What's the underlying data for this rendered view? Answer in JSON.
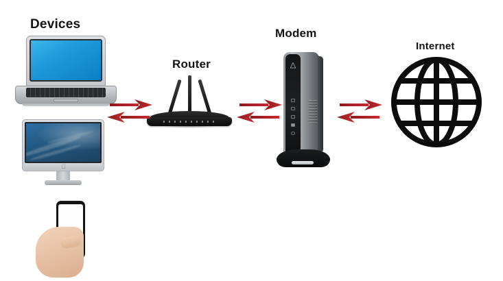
{
  "diagram": {
    "title_text_present": false,
    "background_color": "#ffffff",
    "arrow_color": "#a81f22",
    "label_color": "#131313",
    "nodes": [
      {
        "id": "devices",
        "label": "Devices",
        "icon": "devices-group-icon"
      },
      {
        "id": "router",
        "label": "Router",
        "icon": "wifi-router-icon"
      },
      {
        "id": "modem",
        "label": "Modem",
        "icon": "cable-modem-icon"
      },
      {
        "id": "internet",
        "label": "Internet",
        "icon": "globe-icon"
      }
    ],
    "devices": [
      {
        "id": "laptop",
        "name": "laptop-icon"
      },
      {
        "id": "desktop",
        "name": "imac-desktop-icon"
      },
      {
        "id": "smartphone",
        "name": "smartphone-in-hand-icon"
      }
    ],
    "connections": [
      {
        "id": "devices-router",
        "from": "devices",
        "to": "router",
        "direction": "bidirectional"
      },
      {
        "id": "router-modem",
        "from": "router",
        "to": "modem",
        "direction": "bidirectional"
      },
      {
        "id": "modem-internet",
        "from": "modem",
        "to": "internet",
        "direction": "bidirectional"
      }
    ]
  }
}
